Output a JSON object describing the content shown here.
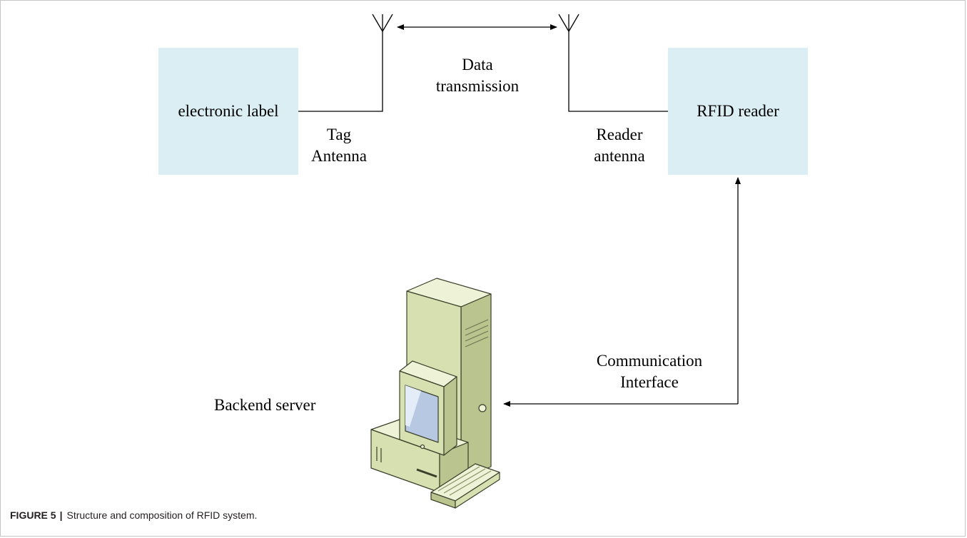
{
  "nodes": {
    "electronic_label": "electronic label",
    "rfid_reader": "RFID reader",
    "backend_server": "Backend server"
  },
  "labels": {
    "tag_antenna_line1": "Tag",
    "tag_antenna_line2": "Antenna",
    "reader_antenna_line1": "Reader",
    "reader_antenna_line2": "antenna",
    "data_transmission_line1": "Data",
    "data_transmission_line2": "transmission",
    "comm_interface_line1": "Communication",
    "comm_interface_line2": "Interface"
  },
  "caption": {
    "figure_label": "FIGURE 5",
    "separator": "|",
    "text": "Structure and composition of RFID system."
  },
  "colors": {
    "box_fill": "#dbeef4",
    "line": "#000000",
    "computer_body": "#d6e0b0",
    "screen": "#b7c9e2"
  },
  "icons": [
    "antenna-icon",
    "computer-icon"
  ]
}
